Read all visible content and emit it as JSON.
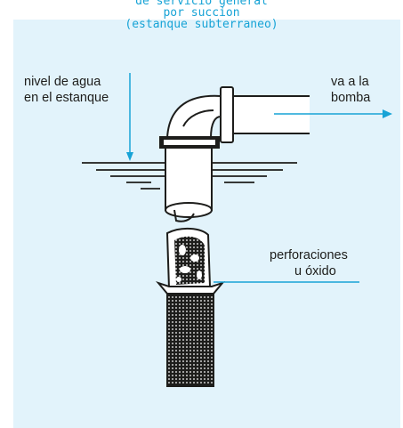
{
  "header": {
    "line1": "de servicio general",
    "line2": "por succion",
    "line3": "(estanque subterraneo)"
  },
  "labels": {
    "water_level_1": "nivel de agua",
    "water_level_2": "en el estanque",
    "to_pump_1": "va a la",
    "to_pump_2": "bomba",
    "perforations_1": "perforaciones",
    "perforations_2": "u óxido"
  },
  "colors": {
    "accent": "#17a3d6",
    "panel": "#e2f3fb",
    "ink": "#1d1d1b"
  }
}
